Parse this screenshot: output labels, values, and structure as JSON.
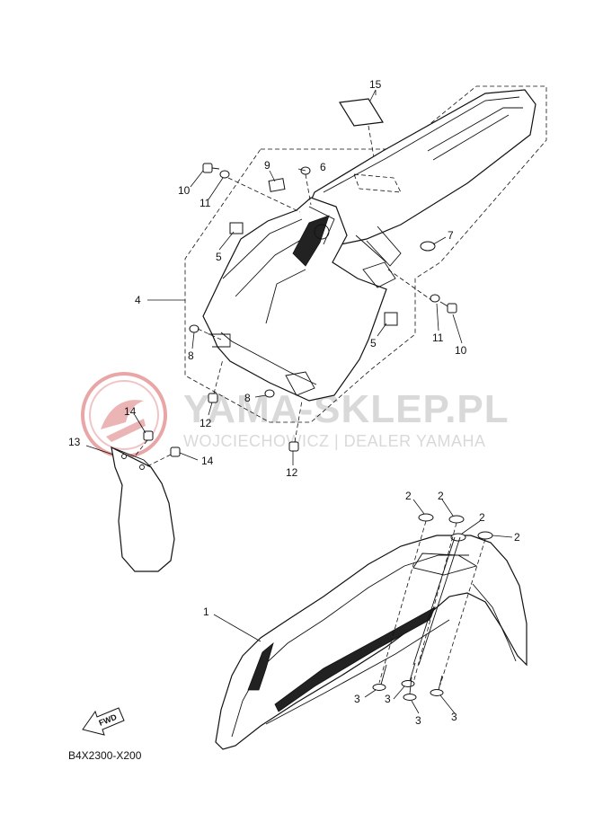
{
  "watermark": {
    "site": "YAMA-SKLEP.PL",
    "dealer": "WOJCIECHOWICZ | DEALER YAMAHA",
    "logo_color": "#e8a6a6",
    "text_color": "#d9d9d9"
  },
  "diagram_code": "B4X2300-X200",
  "fwd_label": "FWD",
  "callouts": {
    "c1": "1",
    "c2a": "2",
    "c2b": "2",
    "c2c": "2",
    "c2d": "2",
    "c3a": "3",
    "c3b": "3",
    "c3c": "3",
    "c3d": "3",
    "c4": "4",
    "c5a": "5",
    "c5b": "5",
    "c6": "6",
    "c7": "7",
    "c8a": "8",
    "c8b": "8",
    "c9": "9",
    "c10a": "10",
    "c10b": "10",
    "c11a": "11",
    "c11b": "11",
    "c12a": "12",
    "c12b": "12",
    "c13": "13",
    "c14a": "14",
    "c14b": "14",
    "c15": "15"
  }
}
